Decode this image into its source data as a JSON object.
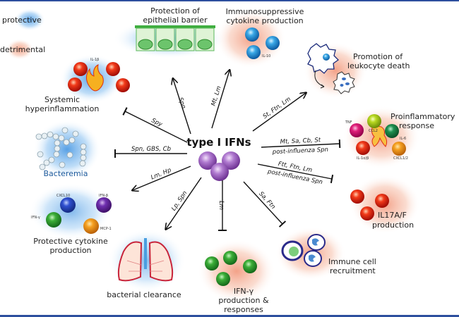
{
  "center": {
    "label": "type I IFNs"
  },
  "legend": [
    {
      "label": "protective",
      "color": "#3a8fe0"
    },
    {
      "label": "detrimental",
      "color": "#f08a6a"
    }
  ],
  "colors": {
    "protective": "#3a8fe0",
    "detrimental": "#f08a6a",
    "border": "#2d4f9e",
    "center_cells": "#9a5bbf"
  },
  "outcomes": [
    {
      "id": "epithelial",
      "title_lines": [
        "Protection of",
        "epithelial barrier"
      ],
      "type": "protective",
      "arrow": "activate",
      "pathogens": "Spn"
    },
    {
      "id": "immunosuppressive",
      "title_lines": [
        "Immunosuppressive",
        "cytokine production"
      ],
      "type": "detrimental",
      "arrow": "activate",
      "pathogens": "Mt, Lm",
      "cytokines": [
        "IL-10"
      ]
    },
    {
      "id": "leukocyte-death",
      "title_lines": [
        "Promotion of",
        "leukocyte death"
      ],
      "type": "detrimental",
      "arrow": "activate",
      "pathogens": "St, Ftn, Lm"
    },
    {
      "id": "proinflammatory",
      "title_lines": [
        "Proinflammatory",
        "response"
      ],
      "type": "detrimental",
      "arrow": "inhibit",
      "pathogens": "Mt, Sa, Cb, St",
      "pathogens2": "post-influenza Spn",
      "cytokines": [
        "TNF",
        "CCL2",
        "IL-6",
        "IL-1α/β",
        "CXCL1/2"
      ]
    },
    {
      "id": "il17",
      "title_lines": [
        "IL17A/F",
        "production"
      ],
      "type": "detrimental",
      "arrow": "inhibit",
      "pathogens": "Ftt, Ftn, Lm",
      "pathogens2": "post-influenza Spn"
    },
    {
      "id": "immune-recruitment",
      "title_lines": [
        "Immune cell",
        "recruitment"
      ],
      "type": "detrimental",
      "arrow": "inhibit",
      "pathogens": "Sa, Ftn"
    },
    {
      "id": "ifn-gamma",
      "title_lines": [
        "IFN-γ",
        "production &",
        "responses"
      ],
      "type": "detrimental",
      "arrow": "inhibit",
      "pathogens": "Lm"
    },
    {
      "id": "bacterial-clearance",
      "title_lines": [
        "bacterial clearance"
      ],
      "type": "protective",
      "arrow": "activate",
      "pathogens": "Lp, Spn"
    },
    {
      "id": "protective-cytokine",
      "title_lines": [
        "Protective cytokine",
        "production"
      ],
      "type": "protective",
      "arrow": "activate",
      "pathogens": "Lm, Hp",
      "cytokines": [
        "CXCL10",
        "IFN-β",
        "IFN-γ",
        "MCP-1"
      ]
    },
    {
      "id": "bacteremia",
      "title_lines": [
        "Bacteremia"
      ],
      "type": "protective",
      "arrow": "inhibit",
      "pathogens": "Spn, GBS, Cb"
    },
    {
      "id": "hyperinflammation",
      "title_lines": [
        "Systemic",
        "hyperinflammation"
      ],
      "type": "protective",
      "arrow": "inhibit",
      "pathogens": "Spy",
      "cytokines": [
        "IL-1β"
      ]
    }
  ]
}
